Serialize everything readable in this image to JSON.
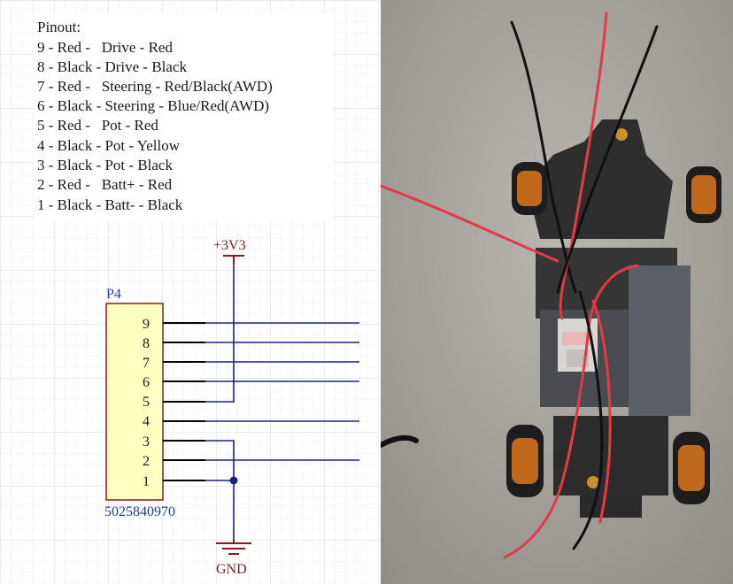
{
  "pinout": {
    "title": "Pinout:",
    "lines": [
      "9 - Red -   Drive - Red",
      "8 - Black - Drive - Black",
      "7 - Red -   Steering - Red/Black(AWD)",
      "6 - Black - Steering - Blue/Red(AWD)",
      "5 - Red -   Pot - Red",
      "4 - Black - Pot - Yellow",
      "3 - Black - Pot - Black",
      "2 - Red -   Batt+ - Red",
      "1 - Black - Batt- - Black"
    ]
  },
  "schematic": {
    "power_label": "+3V3",
    "ground_label": "GND",
    "connector_ref": "P4",
    "connector_part": "5025840970",
    "pins": [
      "9",
      "8",
      "7",
      "6",
      "5",
      "4",
      "3",
      "2",
      "1"
    ]
  },
  "colors": {
    "wire_blue": "#1a237e",
    "pin_black": "#000000",
    "net_label": "#8b1a1a",
    "connector_fill": "#ffffc2",
    "connector_border": "#8b1a1a",
    "part_text": "#1f3f8f",
    "grid": "#e4e4ea"
  }
}
